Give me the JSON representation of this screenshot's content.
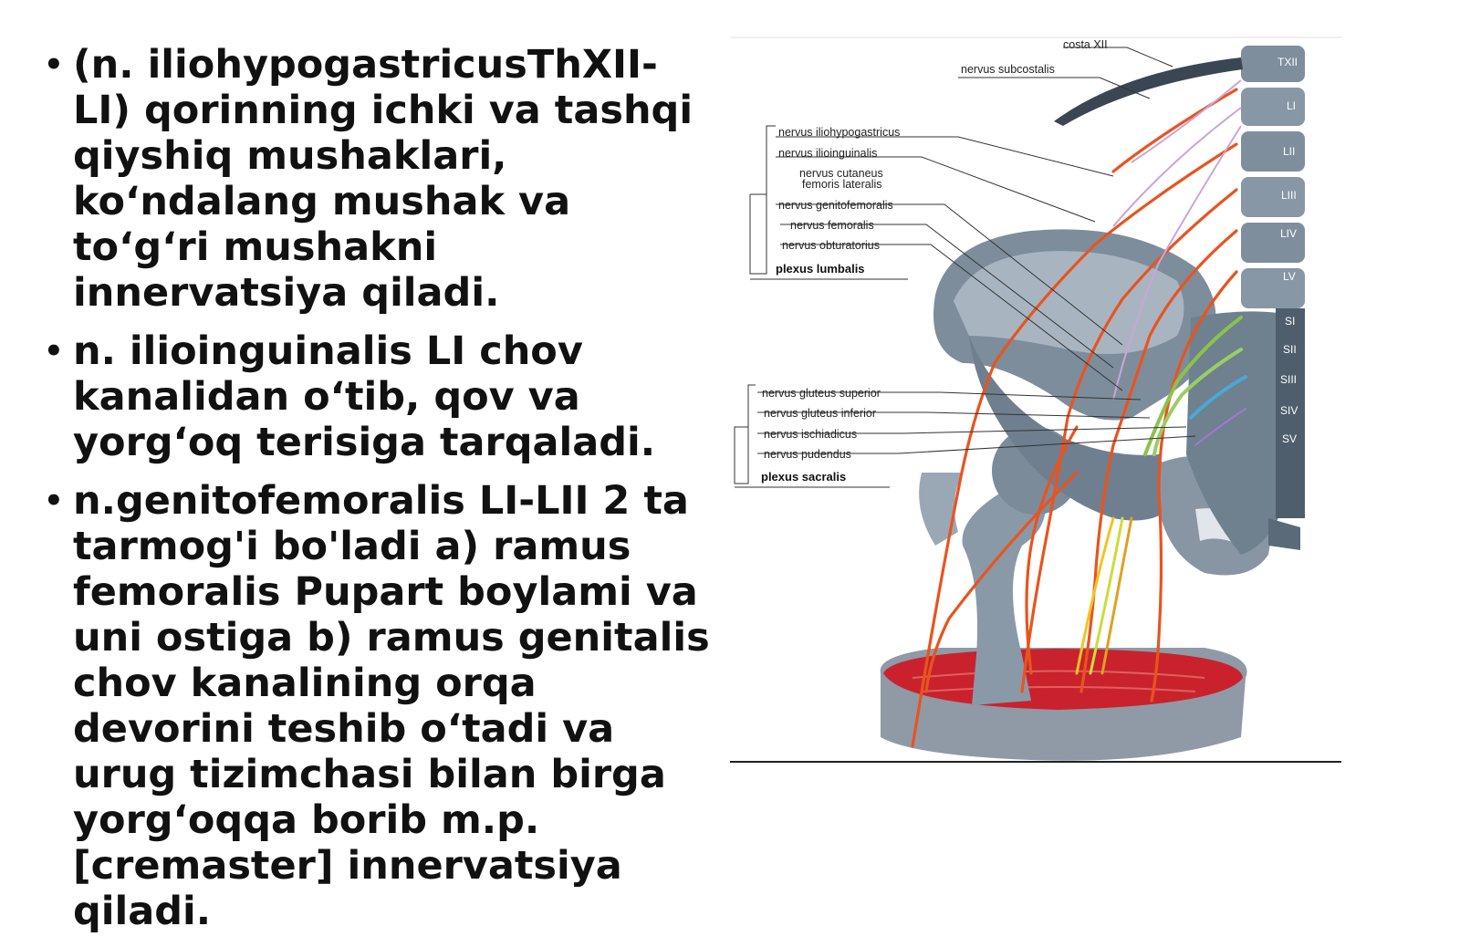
{
  "bullets": [
    "(n. iliohypogastricusThXII-LI) qorinning ichki va tashqi qiyshiq mushaklari, ko‘ndalang mushak va to‘g‘ri mushakni innervatsiya qiladi.",
    "n. ilioinguinalis LI chov kanalidan o‘tib, qov va yorg‘oq terisiga tarqaladi.",
    "n.genitofemoralis LI-LII 2 ta tarmog'i bo'ladi a) ramus femoralis Pupart boylami va uni ostiga b) ramus genitalis chov kanalining orqa devorini teshib o‘tadi va urug tizimchasi bilan birga yorg‘oqqa borib m.p. [cremaster] innervatsiya qiladi."
  ],
  "figure": {
    "top_labels": [
      "costa XII",
      "nervus subcostalis"
    ],
    "lumbar_labels": [
      "nervus iliohypogastricus",
      "nervus ilioinguinalis",
      "nervus cutaneus",
      "femoris lateralis",
      "nervus genitofemoralis",
      "nervus femoralis",
      "nervus obturatorius"
    ],
    "lumbar_group": "plexus lumbalis",
    "sacral_labels": [
      "nervus gluteus superior",
      "nervus gluteus inferior",
      "nervus ischiadicus",
      "nervus pudendus"
    ],
    "sacral_group": "plexus sacralis",
    "vertebrae": [
      "TXII",
      "LI",
      "LII",
      "LIII",
      "LIV",
      "LV",
      "SI",
      "SII",
      "SIII",
      "SIV",
      "SV"
    ],
    "colors": {
      "nerve": "#e8541f",
      "muscle": "#c9222c",
      "bone": "#8a99a8",
      "sacral_green": "#8bc34a",
      "sacral_blue": "#4aa8d8"
    }
  }
}
